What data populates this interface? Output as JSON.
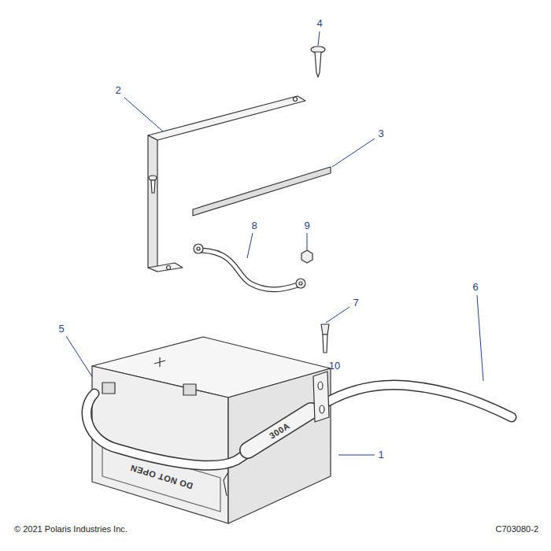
{
  "diagram": {
    "labels": [
      "4",
      "2",
      "3",
      "9",
      "8",
      "7",
      "5",
      "6",
      "10",
      "1",
      "300A",
      "DO NOT OPEN",
      "© 2021 Polaris Industries Inc.",
      "C703080-2"
    ]
  }
}
